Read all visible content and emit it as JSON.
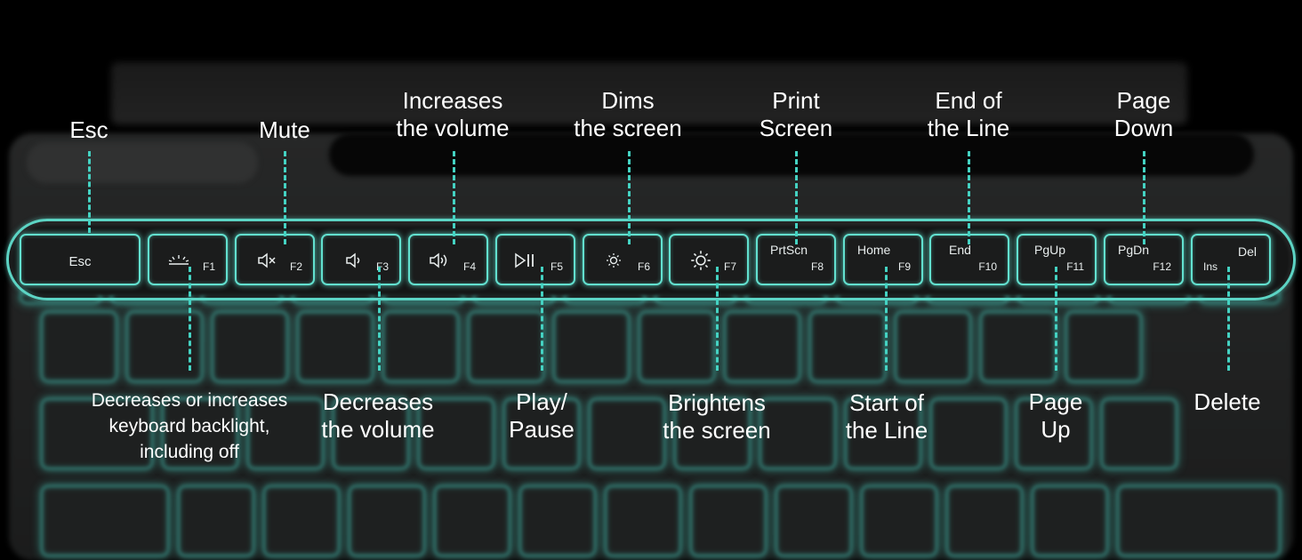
{
  "keys": [
    {
      "id": "esc",
      "label": "Esc",
      "fn": ""
    },
    {
      "id": "f1",
      "label": "",
      "fn": "F1",
      "icon": "keyboard-backlight-icon"
    },
    {
      "id": "f2",
      "label": "",
      "fn": "F2",
      "icon": "mute-icon"
    },
    {
      "id": "f3",
      "label": "",
      "fn": "F3",
      "icon": "volume-down-icon"
    },
    {
      "id": "f4",
      "label": "",
      "fn": "F4",
      "icon": "volume-up-icon"
    },
    {
      "id": "f5",
      "label": "",
      "fn": "F5",
      "icon": "play-pause-icon"
    },
    {
      "id": "f6",
      "label": "",
      "fn": "F6",
      "icon": "brightness-down-icon"
    },
    {
      "id": "f7",
      "label": "",
      "fn": "F7",
      "icon": "brightness-up-icon"
    },
    {
      "id": "f8",
      "label": "PrtScn",
      "fn": "F8"
    },
    {
      "id": "f9",
      "label": "Home",
      "fn": "F9"
    },
    {
      "id": "f10",
      "label": "End",
      "fn": "F10"
    },
    {
      "id": "f11",
      "label": "PgUp",
      "fn": "F11"
    },
    {
      "id": "f12",
      "label": "PgDn",
      "fn": "F12"
    },
    {
      "id": "del",
      "label": "Del",
      "sub": "Ins"
    }
  ],
  "callouts_top": {
    "esc": "Esc",
    "mute": "Mute",
    "volume_up_1": "Increases",
    "volume_up_2": "the volume",
    "dim_1": "Dims",
    "dim_2": "the screen",
    "print_1": "Print",
    "print_2": "Screen",
    "end_1": "End of",
    "end_2": "the Line",
    "pgdn_1": "Page",
    "pgdn_2": "Down"
  },
  "callouts_bottom": {
    "backlight_1": "Decreases or increases",
    "backlight_2": "keyboard backlight,",
    "backlight_3": "including off",
    "voldown_1": "Decreases",
    "voldown_2": "the volume",
    "play_1": "Play/",
    "play_2": "Pause",
    "bright_1": "Brightens",
    "bright_2": "the screen",
    "home_1": "Start of",
    "home_2": "the Line",
    "pgup_1": "Page",
    "pgup_2": "Up",
    "delete": "Delete"
  },
  "colors": {
    "accent": "#44d2c2",
    "key_glow": "#62e0cf",
    "background": "#000000",
    "text": "#ffffff"
  }
}
